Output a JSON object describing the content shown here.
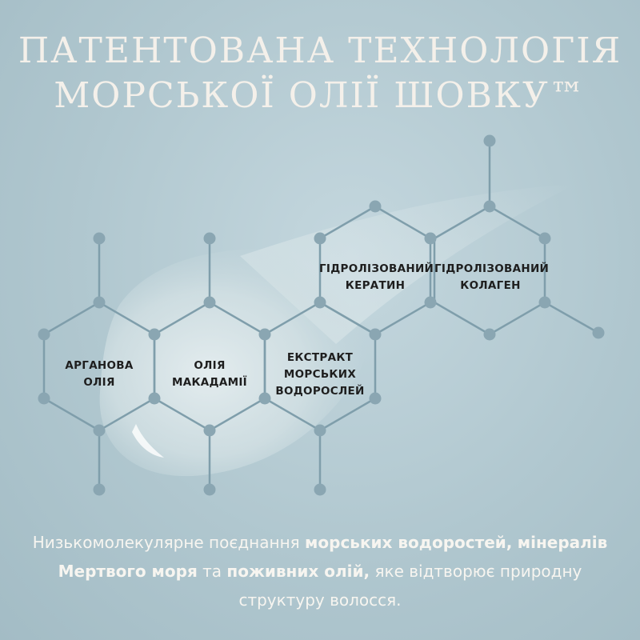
{
  "title": {
    "line1": "ПАТЕНТОВАНА ТЕХНОЛОГІЯ",
    "line2": "МОРСЬКОЇ ОЛІЇ ШОВКУ™"
  },
  "molecule": {
    "argan": {
      "line1": "АРГАНОВА",
      "line2": "ОЛІЯ"
    },
    "macadamia": {
      "line1": "ОЛІЯ",
      "line2": "МАКАДАМІЇ"
    },
    "seaweed": {
      "line1": "ЕКСТРАКТ",
      "line2": "МОРСЬКИХ",
      "line3": "ВОДОРОСЛЕЙ"
    },
    "keratin": {
      "line1": "ГІДРОЛІЗОВАНИЙ",
      "line2": "КЕРАТИН"
    },
    "collagen": {
      "line1": "ГІДРОЛІЗОВАНИЙ",
      "line2": "КОЛАГЕН"
    }
  },
  "description": {
    "part1": "Низькомолекулярне поєднання ",
    "bold1": "морських водоростей,",
    "part2": " ",
    "bold2": "мінералів Мертвого моря",
    "part3": " та ",
    "bold3": "поживних олій,",
    "part4": " яке відтворює природну структуру волосся."
  },
  "colors": {
    "background": "#b0c7cf",
    "line": "#7f9eab",
    "node": "#8aa6b2",
    "title_text": "#f4f0ea",
    "label_text": "#1e1e1e"
  }
}
